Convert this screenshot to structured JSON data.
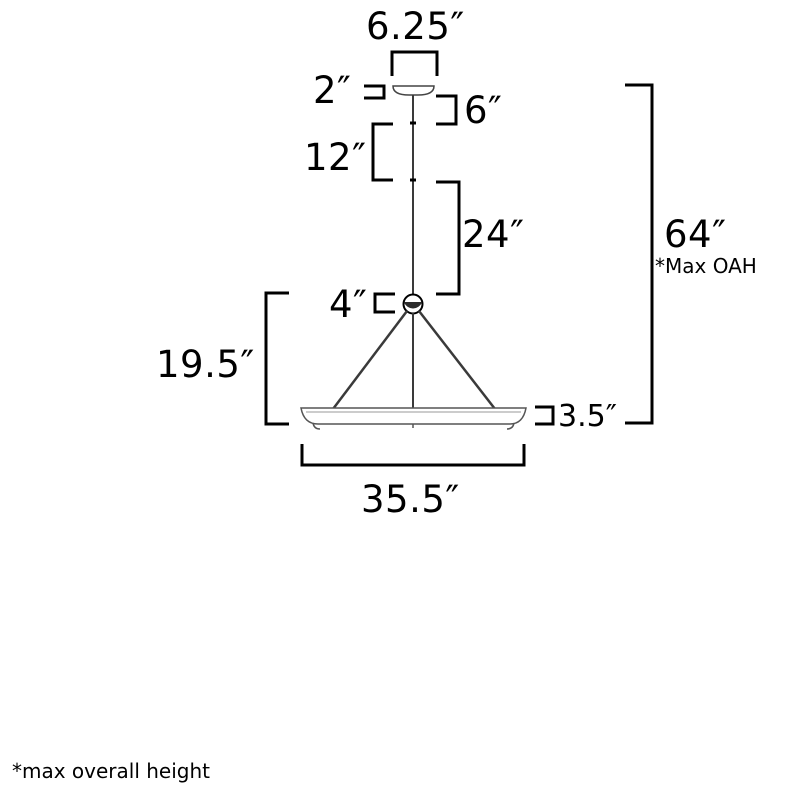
{
  "dimensions": {
    "canopy_width": "6.25″",
    "canopy_height": "2″",
    "top_rod": "6″",
    "rod_12": "12″",
    "rod_24": "24″",
    "ball": "4″",
    "frame_height": "19.5″",
    "ring_height": "3.5″",
    "diameter": "35.5″",
    "overall": "64″",
    "overall_note": "*Max OAH"
  },
  "footnote": "*max overall height",
  "colors": {
    "line": "#000000",
    "fixture": "#3a3a3a",
    "background": "#ffffff"
  }
}
